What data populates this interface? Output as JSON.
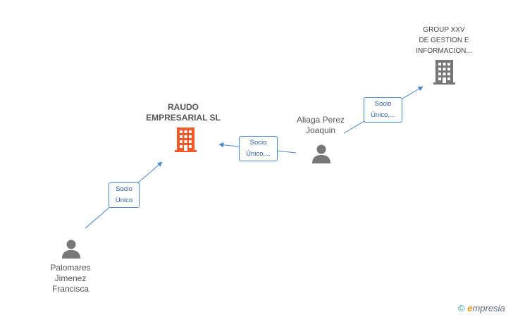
{
  "colors": {
    "edge": "#4a86c8",
    "company_main": "#f05a28",
    "company_other": "#777777",
    "person": "#777777"
  },
  "nodes": {
    "raudo": {
      "lines": [
        "RAUDO",
        "EMPRESARIAL SL"
      ],
      "icon": "building-icon"
    },
    "group": {
      "lines": [
        "GROUP XXV",
        "DE GESTION E",
        "INFORMACION..."
      ],
      "icon": "building-icon"
    },
    "aliaga": {
      "lines": [
        "Aliaga Perez",
        "Joaquin"
      ],
      "icon": "person-icon"
    },
    "palomares": {
      "lines": [
        "Palomares",
        "Jimenez",
        "Francisca"
      ],
      "icon": "person-icon"
    }
  },
  "edges": {
    "palomares_raudo": {
      "lines": [
        "Socio",
        "Único"
      ]
    },
    "aliaga_raudo": {
      "lines": [
        "Socio",
        "Único,..."
      ]
    },
    "aliaga_group": {
      "lines": [
        "Socio",
        "Único,..."
      ]
    }
  },
  "brand": {
    "copyright": "©",
    "e": "e",
    "rest": "mpresia"
  }
}
